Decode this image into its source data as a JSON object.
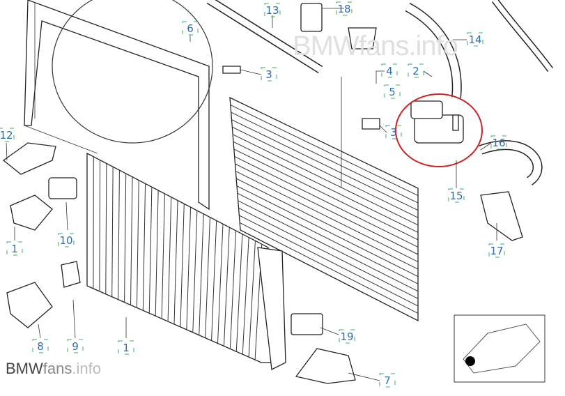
{
  "watermark": {
    "brand": "BMW",
    "mid": "fans",
    "tld": ".info",
    "full": "BMWfans.info"
  },
  "callouts": [
    "13",
    "18",
    "6",
    "14",
    "3",
    "4",
    "2",
    "5",
    "3",
    "16",
    "12",
    "15",
    "17",
    "1",
    "10",
    "1",
    "9",
    "8",
    "19",
    "7"
  ],
  "highlight_color": "#cc2222",
  "label_color": "#2c6eb0",
  "bracket_color": "#3fae5a"
}
